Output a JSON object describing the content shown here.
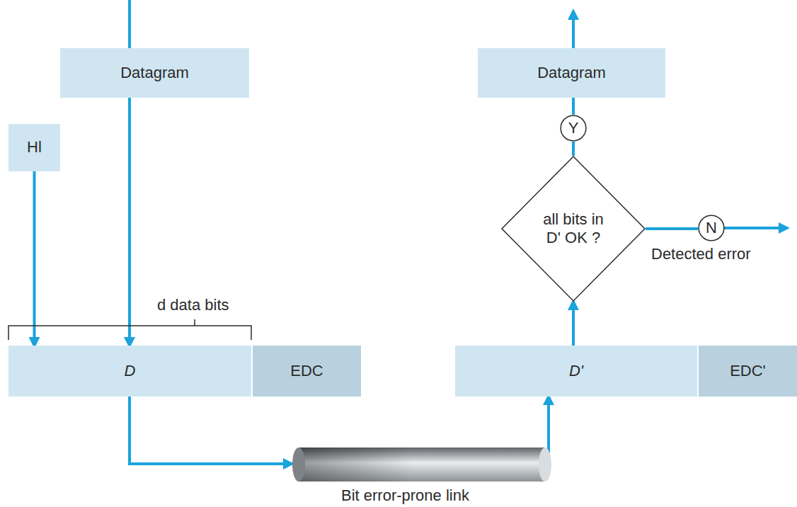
{
  "diagram": {
    "nodes": [
      {
        "text": [
          "Datagram"
        ]
      },
      {
        "text": [
          "Datagram"
        ]
      },
      {
        "text": [
          "Y"
        ]
      },
      {
        "text": [
          "Hl"
        ]
      },
      {
        "text": [
          "all bits in D' OK ?"
        ]
      },
      {
        "text": [
          "N"
        ]
      },
      {
        "text": [
          "D"
        ]
      },
      {
        "text": [
          "EDC"
        ]
      },
      {
        "text": [
          "D'"
        ]
      },
      {
        "text": [
          "EDC'"
        ]
      }
    ],
    "edges": [
      {
        "from": 0,
        "to": 6,
        "arrow": "to"
      },
      {
        "from": 3,
        "to": 6,
        "arrow": "to"
      },
      {
        "from": 6,
        "to": 8,
        "arrow": "to"
      },
      {
        "from": 8,
        "to": 4,
        "arrow": "to"
      },
      {
        "from": 4,
        "to": 2,
        "arrow": "none"
      },
      {
        "from": 2,
        "to": 1,
        "arrow": "none"
      },
      {
        "from": 4,
        "to": 5,
        "arrow": "none"
      }
    ],
    "labels": [
      "d data bits",
      "Detected error",
      "Bit error-prone link"
    ]
  }
}
